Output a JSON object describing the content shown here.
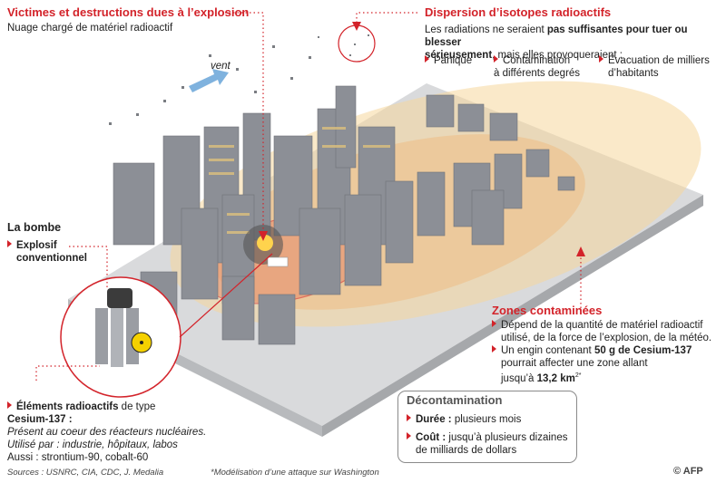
{
  "explosion": {
    "title": "Victimes et destructions dues à l’explosion",
    "subtitle": "Nuage chargé de matériel radioactif"
  },
  "wind": {
    "label": "vent"
  },
  "dispersion": {
    "title": "Dispersion d’isotopes radioactifs",
    "line1_pre": "Les radiations ne seraient ",
    "line1_bold": "pas suffisantes pour tuer ou blesser",
    "line2_bold": "sérieusement",
    "line2_post": ", mais elles provoqueraient :",
    "effects": [
      {
        "l1": "Panique",
        "l2": ""
      },
      {
        "l1": "Contamination",
        "l2": "à différents degrés"
      },
      {
        "l1": "Évacuation de milliers",
        "l2": "d’habitants"
      }
    ]
  },
  "bomb": {
    "title": "La bombe",
    "explosive_l1": "Explosif",
    "explosive_l2": "conventionnel"
  },
  "elements": {
    "title_bold": "Éléments radioactifs",
    "title_rest": " de type",
    "type": "Cesium-137 :",
    "present": "Présent  au coeur des réacteurs nucléaires.",
    "used": "Utilisé par : industrie, hôpitaux, labos",
    "also": "Aussi : strontium-90, cobalt-60"
  },
  "zones": {
    "title": "Zones contaminées",
    "b1_l1": "Dépend de la quantité de matériel radioactif",
    "b1_l2": "utilisé, de la force de l’explosion, de la météo.",
    "b2_pre": "Un engin contenant ",
    "b2_bold": "50 g de Cesium-137",
    "b2_l2": "pourrait affecter une zone allant",
    "b2_l3_pre": "jusqu’à ",
    "b2_l3_bold": "13,2 km",
    "b2_sup": "2*"
  },
  "decontamination": {
    "title": "Décontamination",
    "duration_label": "Durée :",
    "duration_value": " plusieurs mois",
    "cost_label": "Coût :",
    "cost_value": " jusqu’à plusieurs dizaines",
    "cost_value_l2": "de milliards de dollars"
  },
  "footer": {
    "sources": "Sources : USNRC, CIA, CDC, J. Medalia",
    "note": "*Modélisation d’une attaque sur Washington",
    "credit": "© AFP"
  },
  "colors": {
    "accent": "#d3232a",
    "building": "#8c8f96",
    "zone": "#f3c27a"
  }
}
